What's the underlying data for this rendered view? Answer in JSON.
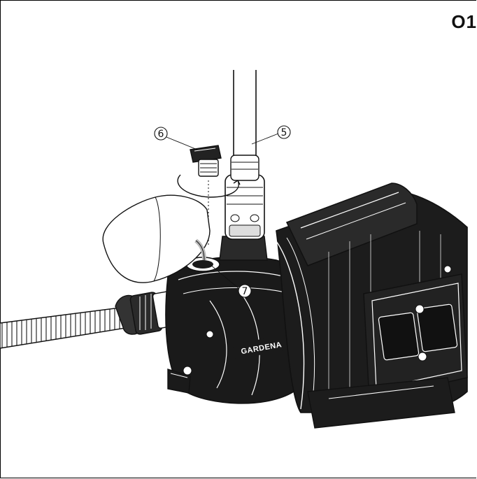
{
  "figure": {
    "label": "O1"
  },
  "callouts": [
    {
      "id": "6",
      "text": "6"
    },
    {
      "id": "5",
      "text": "5"
    },
    {
      "id": "7",
      "text": "7"
    }
  ],
  "brand": {
    "text": "GARDENA"
  },
  "colors": {
    "line": "#111111",
    "body": "#1a1a1a",
    "paper": "#ffffff"
  }
}
